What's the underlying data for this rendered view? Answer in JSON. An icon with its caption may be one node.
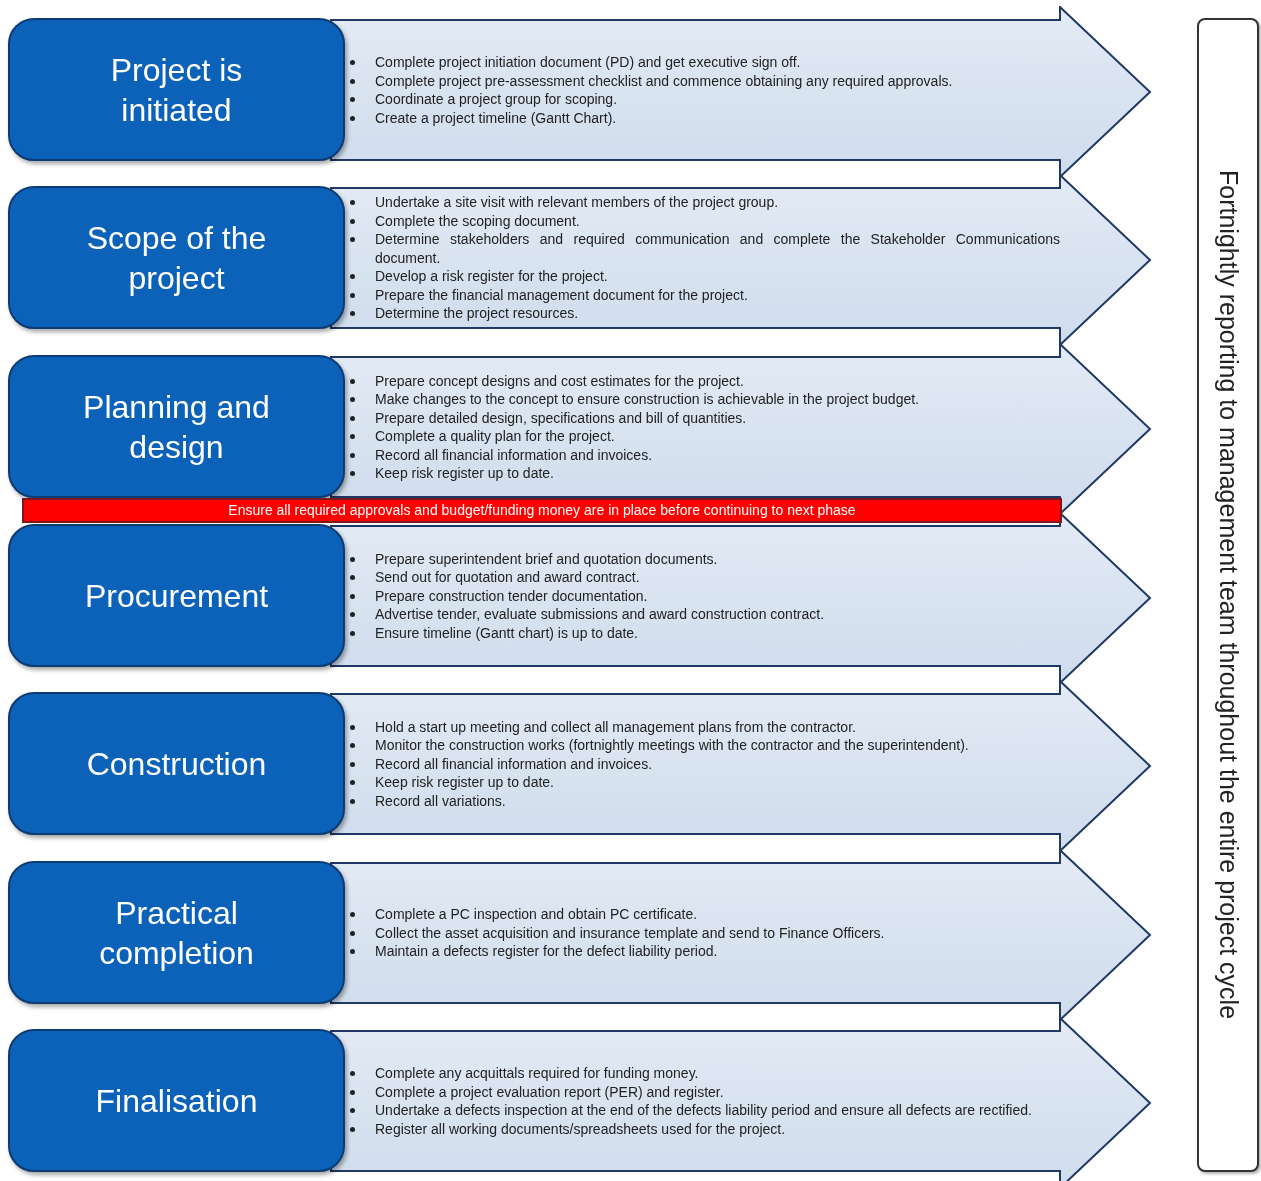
{
  "diagram": {
    "nodes": [
      {
        "text": [
          "Project is initiated"
        ]
      },
      {
        "text": [
          "Complete project initiation document (PD) and get executive sign off.",
          "Complete project pre-assessment checklist and commence obtaining any required approvals.",
          "Coordinate a project group for scoping.",
          "Create a project timeline (Gantt Chart)."
        ]
      },
      {
        "text": [
          "Scope of the project"
        ]
      },
      {
        "text": [
          "Undertake a site visit with relevant members of the project group.",
          "Complete the scoping document.",
          "Determine stakeholders and required communication and complete the Stakeholder Communications document.",
          "Develop a risk register for the project.",
          "Prepare the financial management document for the project.",
          "Determine the project resources."
        ]
      },
      {
        "text": [
          "Planning and design"
        ]
      },
      {
        "text": [
          "Prepare concept designs and cost estimates for the project.",
          "Make changes to the concept to ensure construction is achievable in the project budget.",
          "Prepare detailed design, specifications and bill of quantities.",
          "Complete a quality plan for the project.",
          "Record all financial information and invoices.",
          "Keep risk register up to date."
        ]
      },
      {
        "text": [
          "Ensure all required approvals and budget/funding money are in place before continuing to next phase"
        ]
      },
      {
        "text": [
          "Procurement"
        ]
      },
      {
        "text": [
          "Prepare superintendent brief and quotation documents.",
          "Send out for quotation and award contract.",
          "Prepare construction tender documentation.",
          "Advertise tender, evaluate submissions and award construction contract.",
          "Ensure timeline (Gantt chart) is up to date."
        ]
      },
      {
        "text": [
          "Construction"
        ]
      },
      {
        "text": [
          "Hold a start up meeting and collect all management plans from the contractor.",
          "Monitor the construction works (fortnightly meetings with the contractor and the superintendent).",
          "Record all financial information and invoices.",
          "Keep risk register up to date.",
          "Record all variations."
        ]
      },
      {
        "text": [
          "Practical completion"
        ]
      },
      {
        "text": [
          "Complete a PC inspection and obtain PC certificate.",
          "Collect the asset acquisition and insurance template and send to Finance Officers.",
          "Maintain a defects register for the defect liability period."
        ]
      },
      {
        "text": [
          "Finalisation"
        ]
      },
      {
        "text": [
          "Complete any acquittals required for funding money.",
          "Complete a project evaluation report (PER) and register.",
          "Undertake a defects inspection at the end of the defects liability period and ensure all defects are rectified.",
          "Register all working documents/spreadsheets used for the project."
        ]
      },
      {
        "text": [
          "Fortnightly reporting to management team throughout the entire project cycle"
        ]
      }
    ]
  }
}
